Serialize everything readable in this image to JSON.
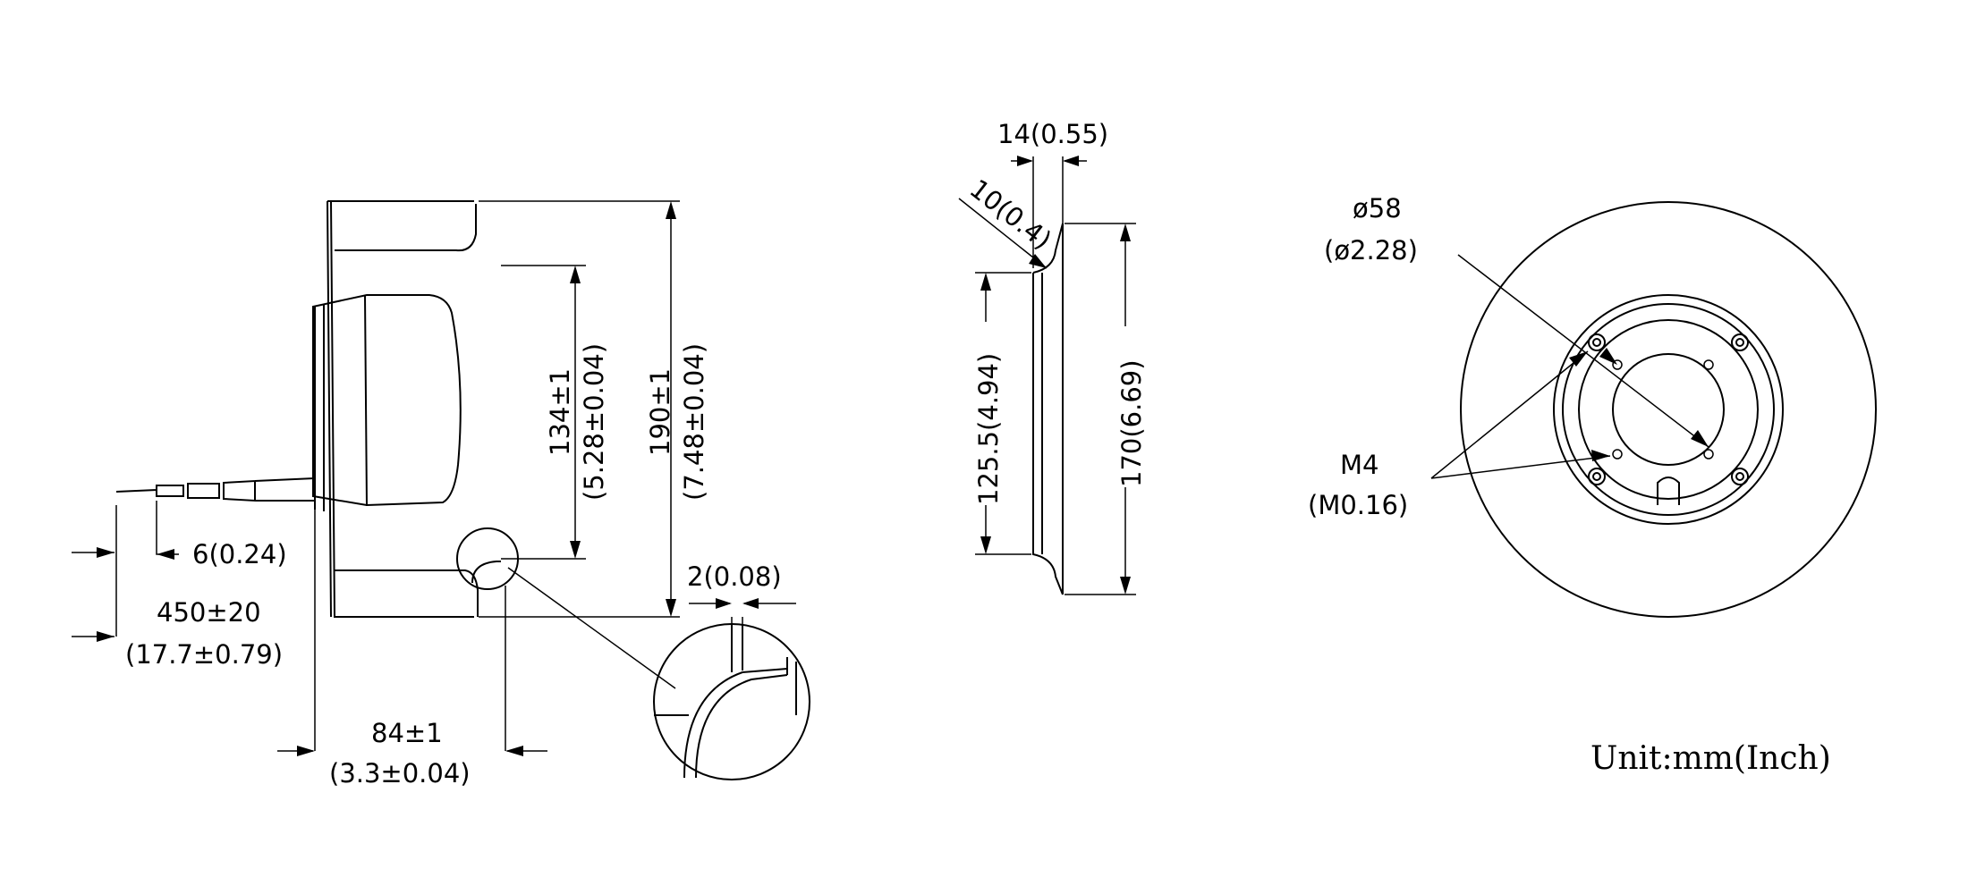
{
  "dimensions": {
    "overall_height": "190±1",
    "overall_height_in": "(7.48±0.04)",
    "inner_height": "134±1",
    "inner_height_in": "(5.28±0.04)",
    "lead_strip": "6(0.24)",
    "lead_length": "450±20",
    "lead_length_in": "(17.7±0.79)",
    "hub_offset": "84±1",
    "hub_offset_in": "(3.3±0.04)",
    "wall": "2(0.08)",
    "side_width": "14(0.55)",
    "lip": "10(0.4)",
    "side_inner": "125.5(4.94)",
    "side_outer": "170(6.69)",
    "hole_circle": "ø58",
    "hole_circle_in": "(ø2.28)",
    "screw": "M4",
    "screw_in": "(M0.16)"
  },
  "unit_note": "Unit:mm(Inch)"
}
